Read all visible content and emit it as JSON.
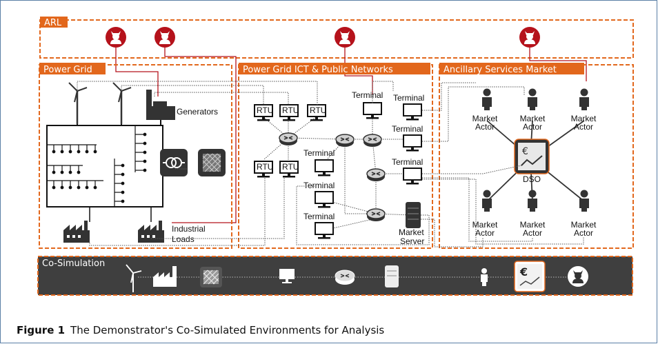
{
  "sections": {
    "arl": "ARL",
    "power_grid": "Power Grid",
    "ict": "Power Grid ICT & Public Networks",
    "market": "Ancillary Services Market",
    "cosim": "Co-Simulation"
  },
  "labels": {
    "generators": "Generators",
    "industrial": "Industrial",
    "loads": "Loads",
    "rtu": "RTU",
    "terminal": "Terminal",
    "market": "Market",
    "server": "Server",
    "actor": "Actor",
    "dso": "DSO"
  },
  "caption": {
    "number": "Figure 1",
    "text": "The Demonstrator's Co-Simulated Environments for Analysis"
  },
  "colors": {
    "accent": "#e2671c",
    "attacker": "#b5121b",
    "dark": "#333333",
    "cosim_bg": "#3f3f3f"
  }
}
